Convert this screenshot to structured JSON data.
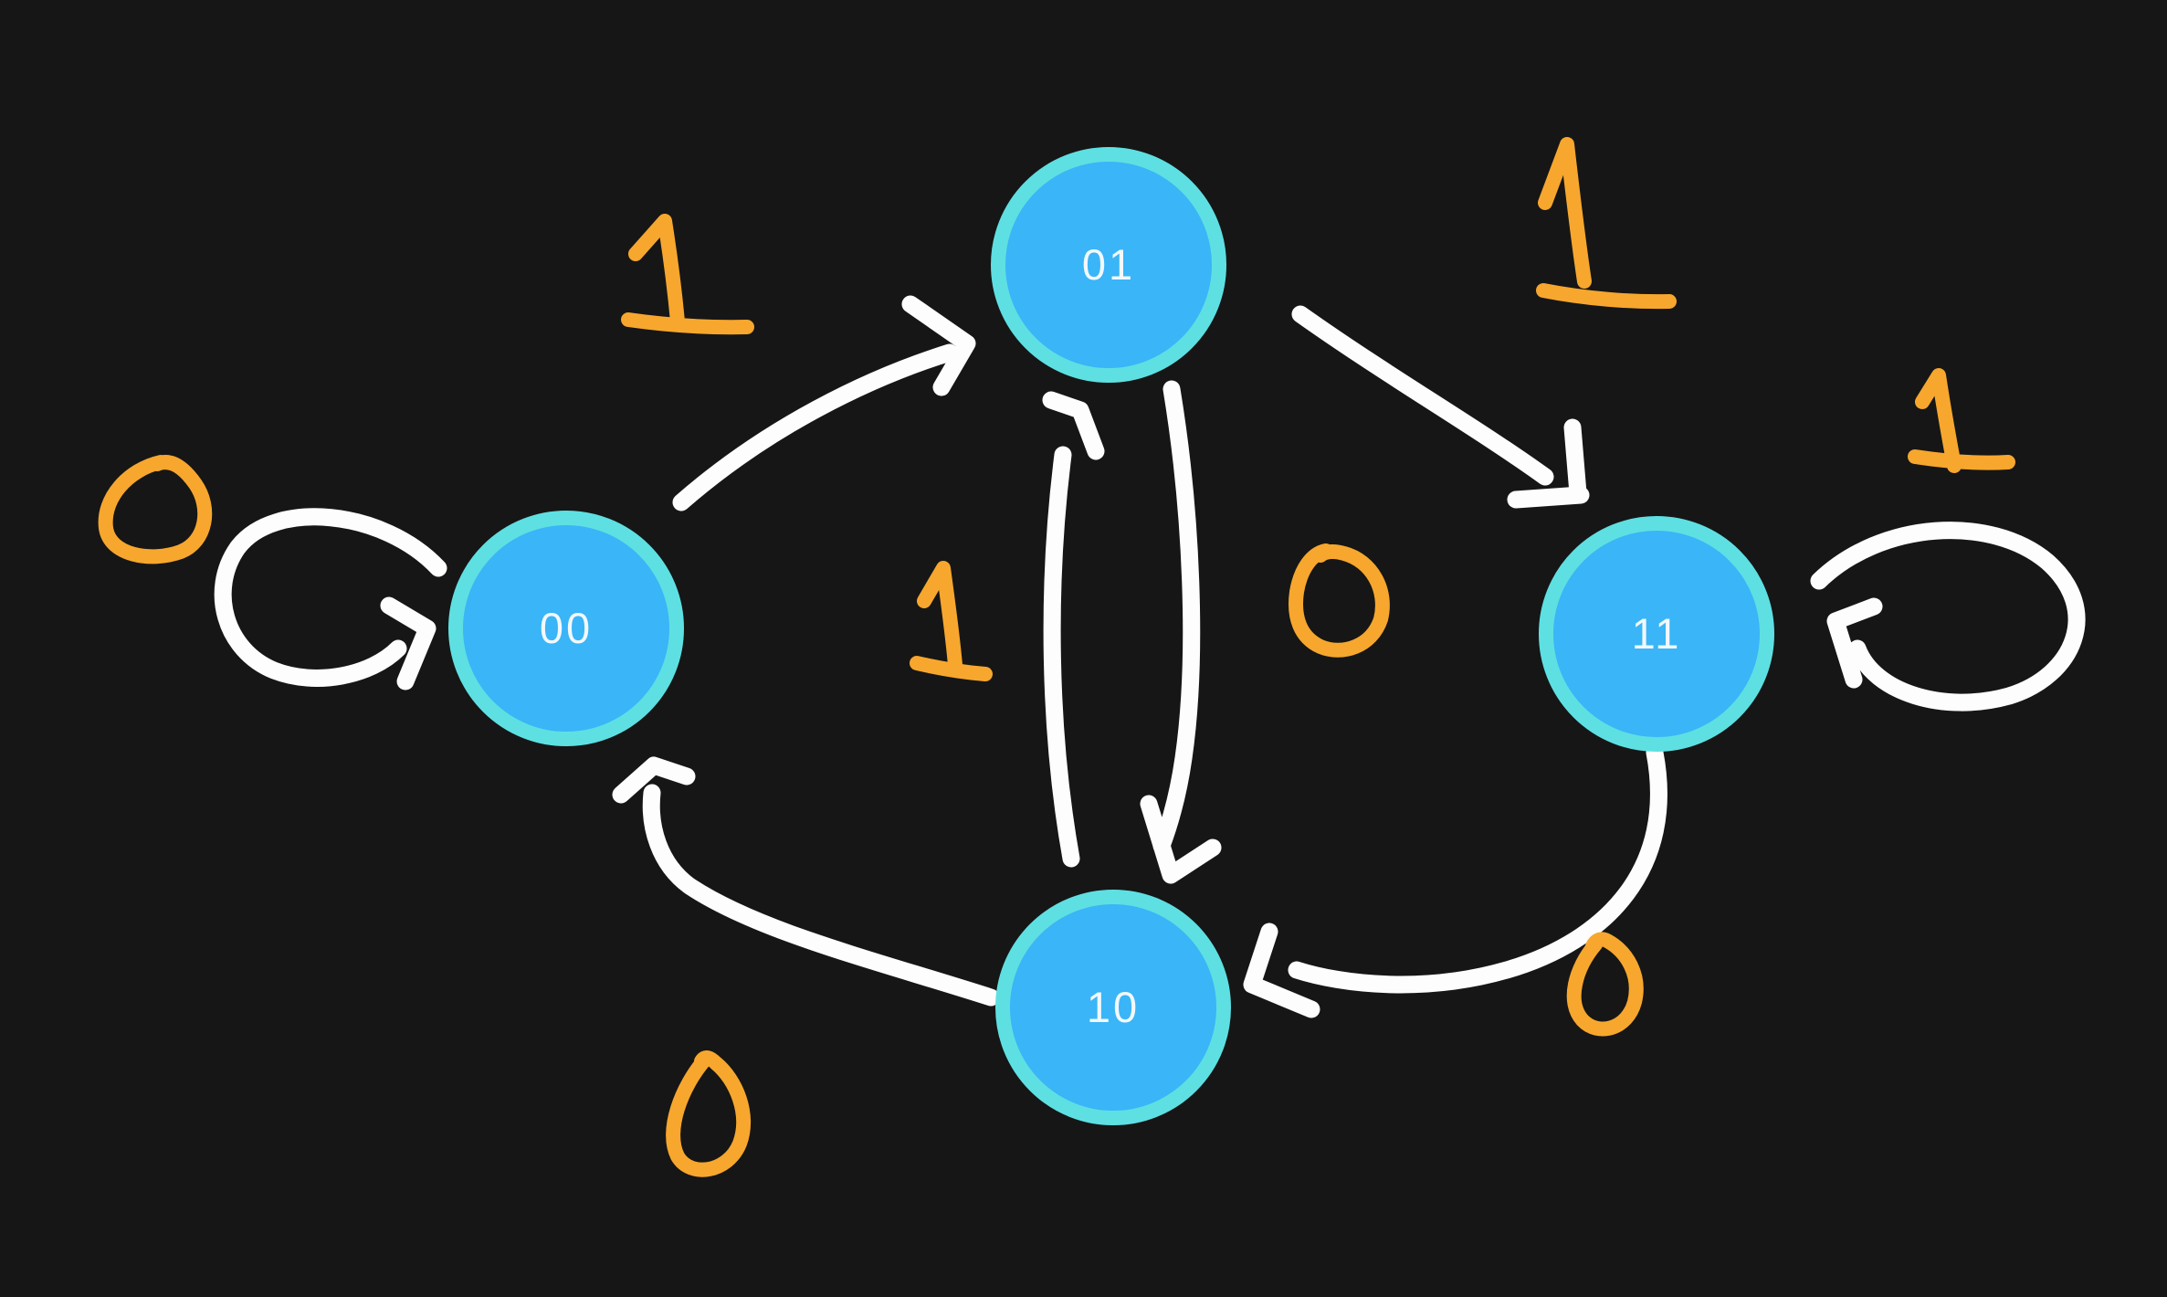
{
  "diagram": {
    "type": "finite-state-machine",
    "states": [
      {
        "id": "00",
        "label": "00"
      },
      {
        "id": "01",
        "label": "01"
      },
      {
        "id": "11",
        "label": "11"
      },
      {
        "id": "10",
        "label": "10"
      }
    ],
    "transitions": [
      {
        "from": "00",
        "to": "00",
        "input": "0"
      },
      {
        "from": "00",
        "to": "01",
        "input": "1"
      },
      {
        "from": "10",
        "to": "01",
        "input": "1"
      },
      {
        "from": "01",
        "to": "10",
        "input": "0"
      },
      {
        "from": "01",
        "to": "11",
        "input": "1"
      },
      {
        "from": "11",
        "to": "11",
        "input": "1"
      },
      {
        "from": "11",
        "to": "10",
        "input": "0"
      },
      {
        "from": "10",
        "to": "00",
        "input": "0"
      }
    ]
  },
  "colors": {
    "background": "#161616",
    "node_fill": "#3ab5f7",
    "node_ring": "#5ee0e2",
    "node_text": "#f2f8fc",
    "arrow": "#fdfdfd",
    "label": "#f7a72e"
  }
}
